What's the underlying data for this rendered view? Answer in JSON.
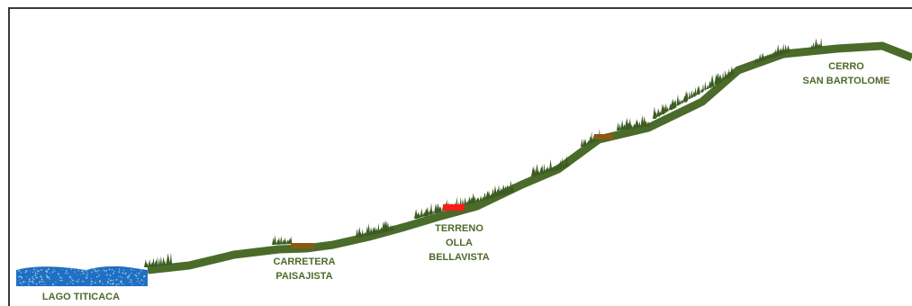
{
  "diagram": {
    "labels": {
      "lake": [
        "LAGO TITICACA"
      ],
      "road": [
        "CARRETERA",
        "PAISAJISTA"
      ],
      "land": [
        "TERRENO",
        "OLLA",
        "BELLAVISTA"
      ],
      "hill": [
        "CERRO",
        "SAN BARTOLOME"
      ]
    },
    "colors": {
      "terrain": "#4a6b2a",
      "trees": "#3d5c22",
      "lake": "#1f6fc2",
      "road": "#8a5a12",
      "terrain_plot": "#ff1a1a",
      "label_text": "#4e6a2a",
      "frame": "#3a3a3a"
    }
  }
}
